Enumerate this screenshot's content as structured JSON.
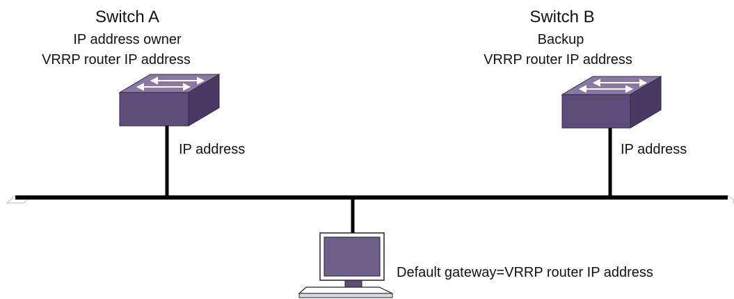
{
  "switch_a": {
    "title": "Switch A",
    "role": "IP address owner",
    "vrrp": "VRRP router IP address",
    "port_label": "IP address"
  },
  "switch_b": {
    "title": "Switch B",
    "role": "Backup",
    "vrrp": "VRRP router IP address",
    "port_label": "IP address"
  },
  "host": {
    "label": "Default gateway=VRRP router IP address"
  },
  "colors": {
    "device_top": "#8a7aa3",
    "device_front": "#5e4c7a",
    "device_side": "#4a3a63",
    "screen": "#6e5e8a",
    "arrow": "#ffffff",
    "line": "#000000"
  }
}
